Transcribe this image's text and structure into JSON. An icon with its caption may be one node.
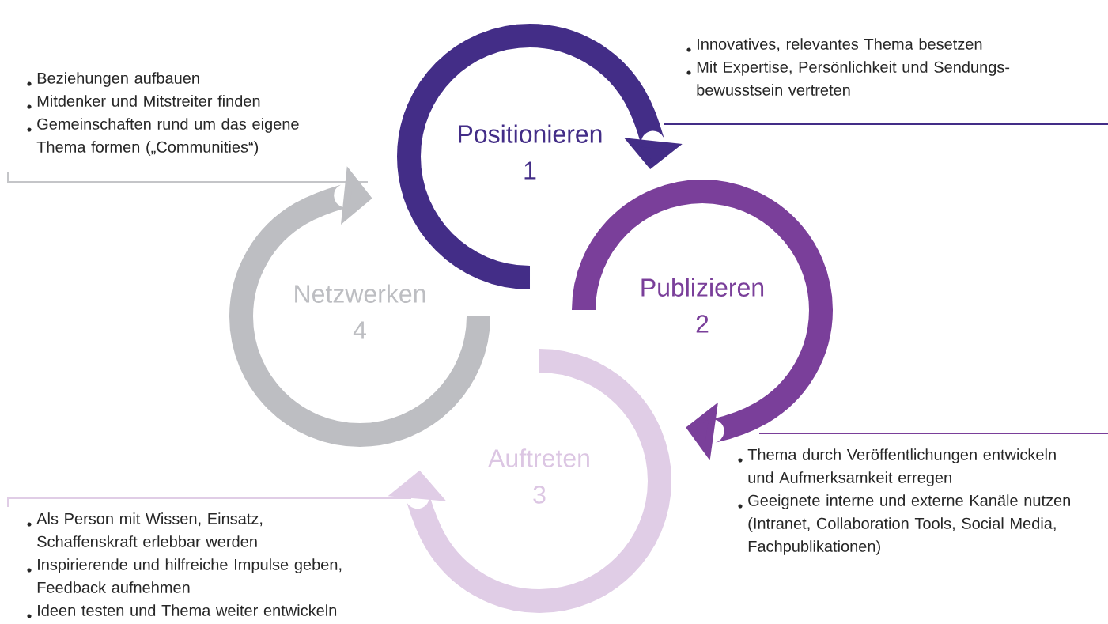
{
  "diagram": {
    "nodes": [
      {
        "text": [
          "Positionieren",
          "1"
        ]
      },
      {
        "text": [
          "Publizieren",
          "2"
        ]
      },
      {
        "text": [
          "Auftreten",
          "3"
        ]
      },
      {
        "text": [
          "Netzwerken",
          "4"
        ]
      }
    ],
    "edges": [],
    "labels": [
      "Innovatives, relevantes Thema besetzen",
      "Mit Expertise, Persönlichkeit und Sendungs- bewusstsein vertreten",
      "Beziehungen aufbauen",
      "Mitdenker und Mitstreiter finden",
      "Gemeinschaften rund um das eigene Thema formen („Communities“)",
      "Thema durch Veröffentlichungen entwickeln und Aufmerksamkeit erregen",
      "Geeignete interne und externe Kanäle nutzen (Intranet, Collaboration Tools, Social Media, Fachpublikationen)",
      "Als Person mit Wissen, Einsatz, Schaffenskraft erlebbar werden",
      "Inspirierende und hilfreiche Impulse geben, Feedback aufnehmen",
      "Ideen testen und Thema weiter entwickeln"
    ]
  }
}
